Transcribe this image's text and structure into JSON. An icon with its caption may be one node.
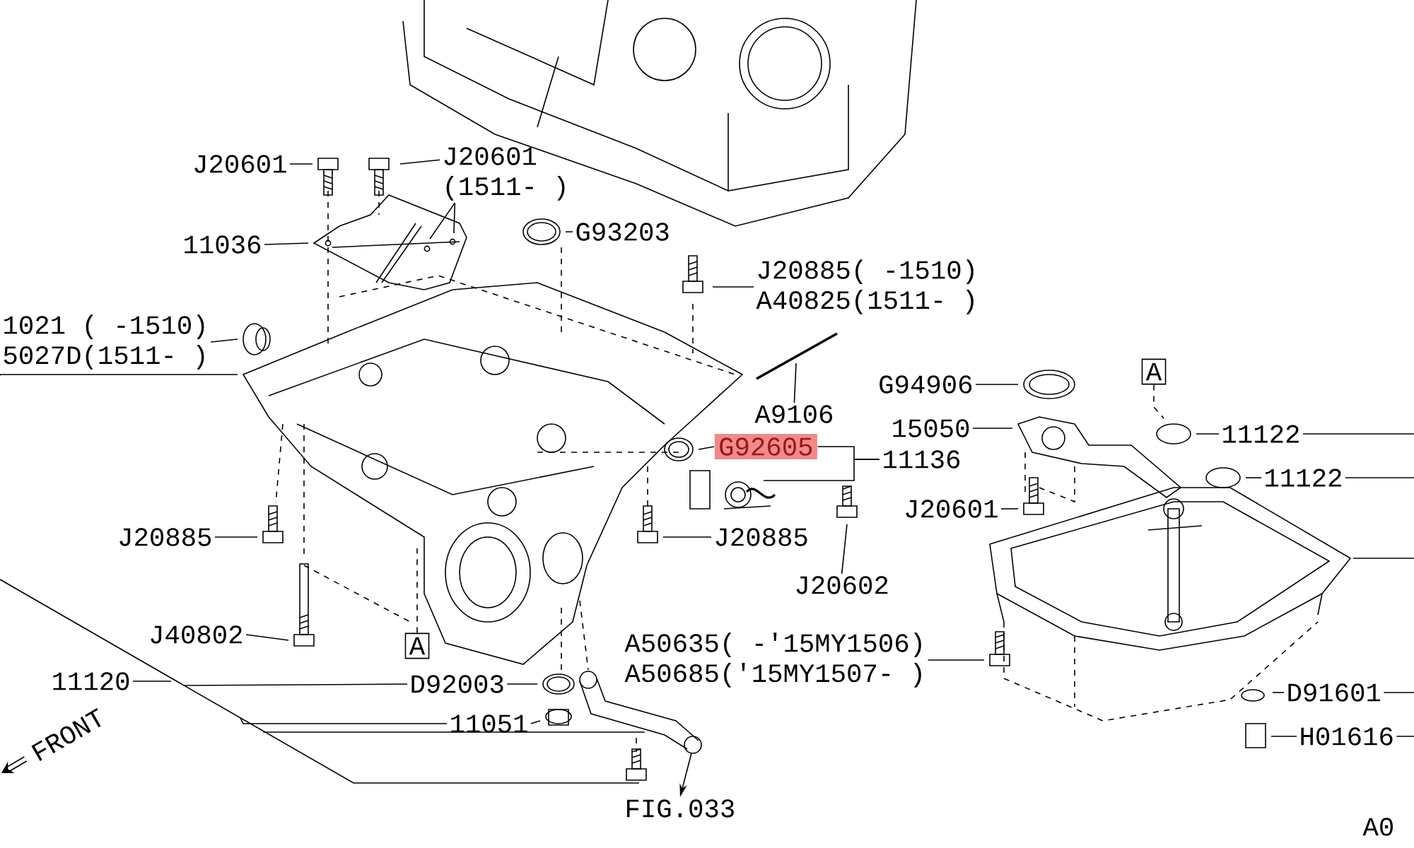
{
  "diagram": {
    "nodes": [
      {
        "text": [
          "J20601"
        ]
      },
      {
        "text": [
          "J20601",
          "(1511- )"
        ]
      },
      {
        "text": [
          "11036"
        ]
      },
      {
        "text": [
          "G93203"
        ]
      },
      {
        "text": [
          "J20885( -1510)",
          "A40825(1511- )"
        ]
      },
      {
        "text": [
          "1021 ( -1510)",
          "5027D(1511- )"
        ]
      },
      {
        "text": [
          "A9106"
        ]
      },
      {
        "text": [
          "G94906"
        ]
      },
      {
        "text": [
          "15050"
        ]
      },
      {
        "text": [
          "A"
        ]
      },
      {
        "text": [
          "11122"
        ]
      },
      {
        "text": [
          "11122"
        ]
      },
      {
        "text": [
          "G92605"
        ]
      },
      {
        "text": [
          "11136"
        ]
      },
      {
        "text": [
          "J20601"
        ]
      },
      {
        "text": [
          "J20885"
        ]
      },
      {
        "text": [
          "J20885"
        ]
      },
      {
        "text": [
          "J20602"
        ]
      },
      {
        "text": [
          "J40802"
        ]
      },
      {
        "text": [
          "A"
        ]
      },
      {
        "text": [
          "11120"
        ]
      },
      {
        "text": [
          "D92003"
        ]
      },
      {
        "text": [
          "11051"
        ]
      },
      {
        "text": [
          "A50635( -'15MY1506)",
          "A50685('15MY1507- )"
        ]
      },
      {
        "text": [
          "D91601"
        ]
      },
      {
        "text": [
          "H01616"
        ]
      },
      {
        "text": [
          "FIG.033"
        ]
      }
    ],
    "edges": [
      {
        "from": 0,
        "to": null,
        "arrow": "none"
      },
      {
        "from": 1,
        "to": null,
        "arrow": "none"
      },
      {
        "from": 1,
        "to": null,
        "arrow": "none"
      },
      {
        "from": 1,
        "to": null,
        "arrow": "none"
      },
      {
        "from": 2,
        "to": null,
        "arrow": "none"
      },
      {
        "from": 3,
        "to": null,
        "arrow": "none"
      },
      {
        "from": 4,
        "to": null,
        "arrow": "none"
      },
      {
        "from": 5,
        "to": null,
        "arrow": "none"
      },
      {
        "from": 6,
        "to": null,
        "arrow": "none"
      },
      {
        "from": 7,
        "to": null,
        "arrow": "none"
      },
      {
        "from": 8,
        "to": null,
        "arrow": "none"
      },
      {
        "from": 9,
        "to": null,
        "arrow": "none",
        "style": "dashed"
      },
      {
        "from": 10,
        "to": null,
        "arrow": "none"
      },
      {
        "from": 10,
        "to": null,
        "arrow": "none"
      },
      {
        "from": 11,
        "to": null,
        "arrow": "none"
      },
      {
        "from": 11,
        "to": null,
        "arrow": "none"
      },
      {
        "from": 12,
        "to": null,
        "arrow": "none"
      },
      {
        "from": 13,
        "to": 12,
        "arrow": "none"
      },
      {
        "from": 13,
        "to": null,
        "arrow": "none"
      },
      {
        "from": 14,
        "to": null,
        "arrow": "none"
      },
      {
        "from": 15,
        "to": null,
        "arrow": "none"
      },
      {
        "from": 16,
        "to": null,
        "arrow": "none"
      },
      {
        "from": 17,
        "to": null,
        "arrow": "none"
      },
      {
        "from": 18,
        "to": null,
        "arrow": "none"
      },
      {
        "from": 19,
        "to": null,
        "arrow": "none",
        "style": "dashed"
      },
      {
        "from": 20,
        "to": null,
        "arrow": "none"
      },
      {
        "from": null,
        "to": 21,
        "arrow": "none"
      },
      {
        "from": 21,
        "to": null,
        "arrow": "none"
      },
      {
        "from": null,
        "to": 22,
        "arrow": "none"
      },
      {
        "from": 22,
        "to": null,
        "arrow": "none"
      },
      {
        "from": 23,
        "to": null,
        "arrow": "none"
      },
      {
        "from": null,
        "to": 26,
        "arrow": "to"
      },
      {
        "from": 24,
        "to": null,
        "arrow": "none"
      },
      {
        "from": 24,
        "to": null,
        "arrow": "none"
      },
      {
        "from": 25,
        "to": null,
        "arrow": "none"
      },
      {
        "from": 25,
        "to": null,
        "arrow": "none"
      },
      {
        "from": 5,
        "to": null,
        "arrow": "none"
      }
    ],
    "labels": [
      "FRONT",
      "A0"
    ]
  }
}
